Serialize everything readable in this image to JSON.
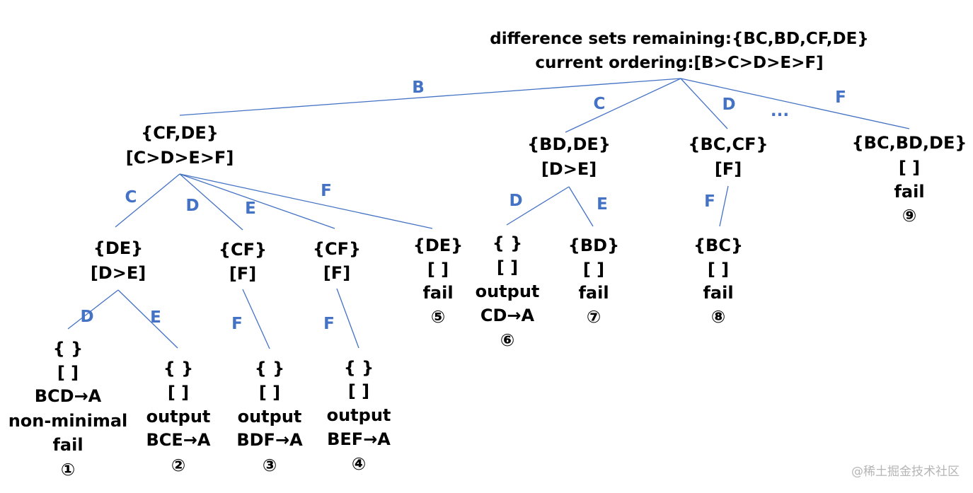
{
  "root": {
    "lines": [
      "difference sets remaining:{BC,BD,CF,DE}",
      "current ordering:[B>C>D>E>F]"
    ]
  },
  "nodes": {
    "b": [
      "{CF,DE}",
      "[C>D>E>F]"
    ],
    "c": [
      "{BD,DE}",
      "[D>E]"
    ],
    "d": [
      "{BC,CF}",
      "[F]"
    ],
    "f": [
      "{BC,BD,DE}",
      "[ ]",
      "fail",
      "⑨"
    ],
    "bc": [
      "{DE}",
      "[D>E]"
    ],
    "bd": [
      "{CF}",
      "[F]"
    ],
    "be": [
      "{CF}",
      "[F]"
    ],
    "bf": [
      "{DE}",
      "[ ]",
      "fail",
      "⑤"
    ],
    "cd": [
      "{ }",
      "[ ]",
      "output",
      "CD→A",
      "⑥"
    ],
    "ce": [
      "{BD}",
      "[ ]",
      "fail",
      "⑦"
    ],
    "df": [
      "{BC}",
      "[ ]",
      "fail",
      "⑧"
    ],
    "bcd": [
      "{ }",
      "[ ]",
      "BCD→A",
      "non-minimal",
      "fail",
      "①"
    ],
    "bce": [
      "{ }",
      "[ ]",
      "output",
      "BCE→A",
      "②"
    ],
    "bdf": [
      "{ }",
      "[ ]",
      "output",
      "BDF→A",
      "③"
    ],
    "bef": [
      "{ }",
      "[ ]",
      "output",
      "BEF→A",
      "④"
    ]
  },
  "edge_labels": {
    "root_b": "B",
    "root_c": "C",
    "root_d": "D",
    "root_f": "F",
    "ellipsis": "...",
    "b_c": "C",
    "b_d": "D",
    "b_e": "E",
    "b_f": "F",
    "c_d": "D",
    "c_e": "E",
    "d_f": "F",
    "bc_d": "D",
    "bc_e": "E",
    "bd_f": "F",
    "be_f": "F"
  },
  "watermark": "@稀土掘金技术社区",
  "colors": {
    "edge": "#4472c4",
    "text": "#000000",
    "watermark": "#b5b5b5"
  }
}
